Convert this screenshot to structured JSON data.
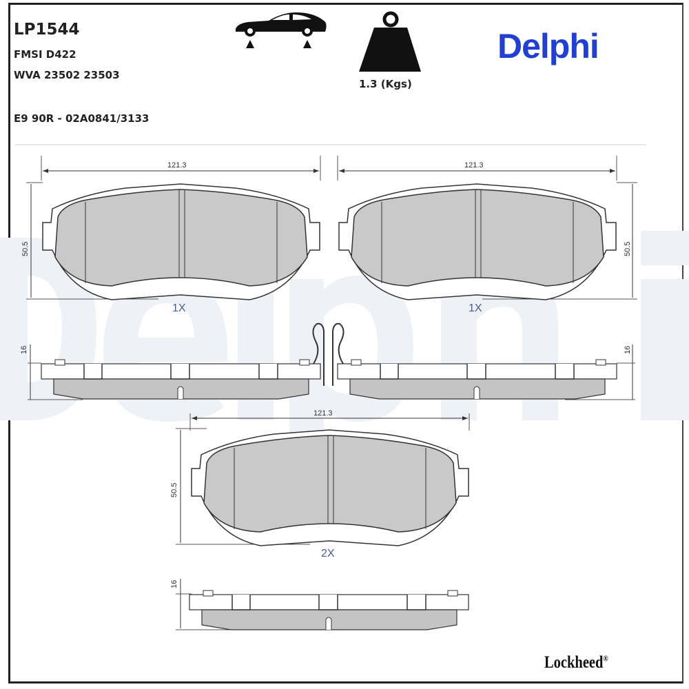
{
  "header": {
    "part_number": "LP1544",
    "fmsi": "FMSI D422",
    "wva": "WVA 23502 23503",
    "approval": "E9 90R - 02A0841/3133",
    "weight": "1.3 (Kgs)",
    "axle_icon": "car-front-axle-icon",
    "weight_icon": "weight-icon"
  },
  "logo": {
    "text": "Delphi",
    "color": "#1f3fd6",
    "watermark": "Delphi"
  },
  "drawing": {
    "width_dim": "121.3",
    "height_dim": "50.5",
    "thickness_dim": "16",
    "qty_top_left": "1X",
    "qty_top_right": "1X",
    "qty_bottom": "2X"
  },
  "footer": {
    "brand": "Lockheed",
    "reg": "®"
  }
}
